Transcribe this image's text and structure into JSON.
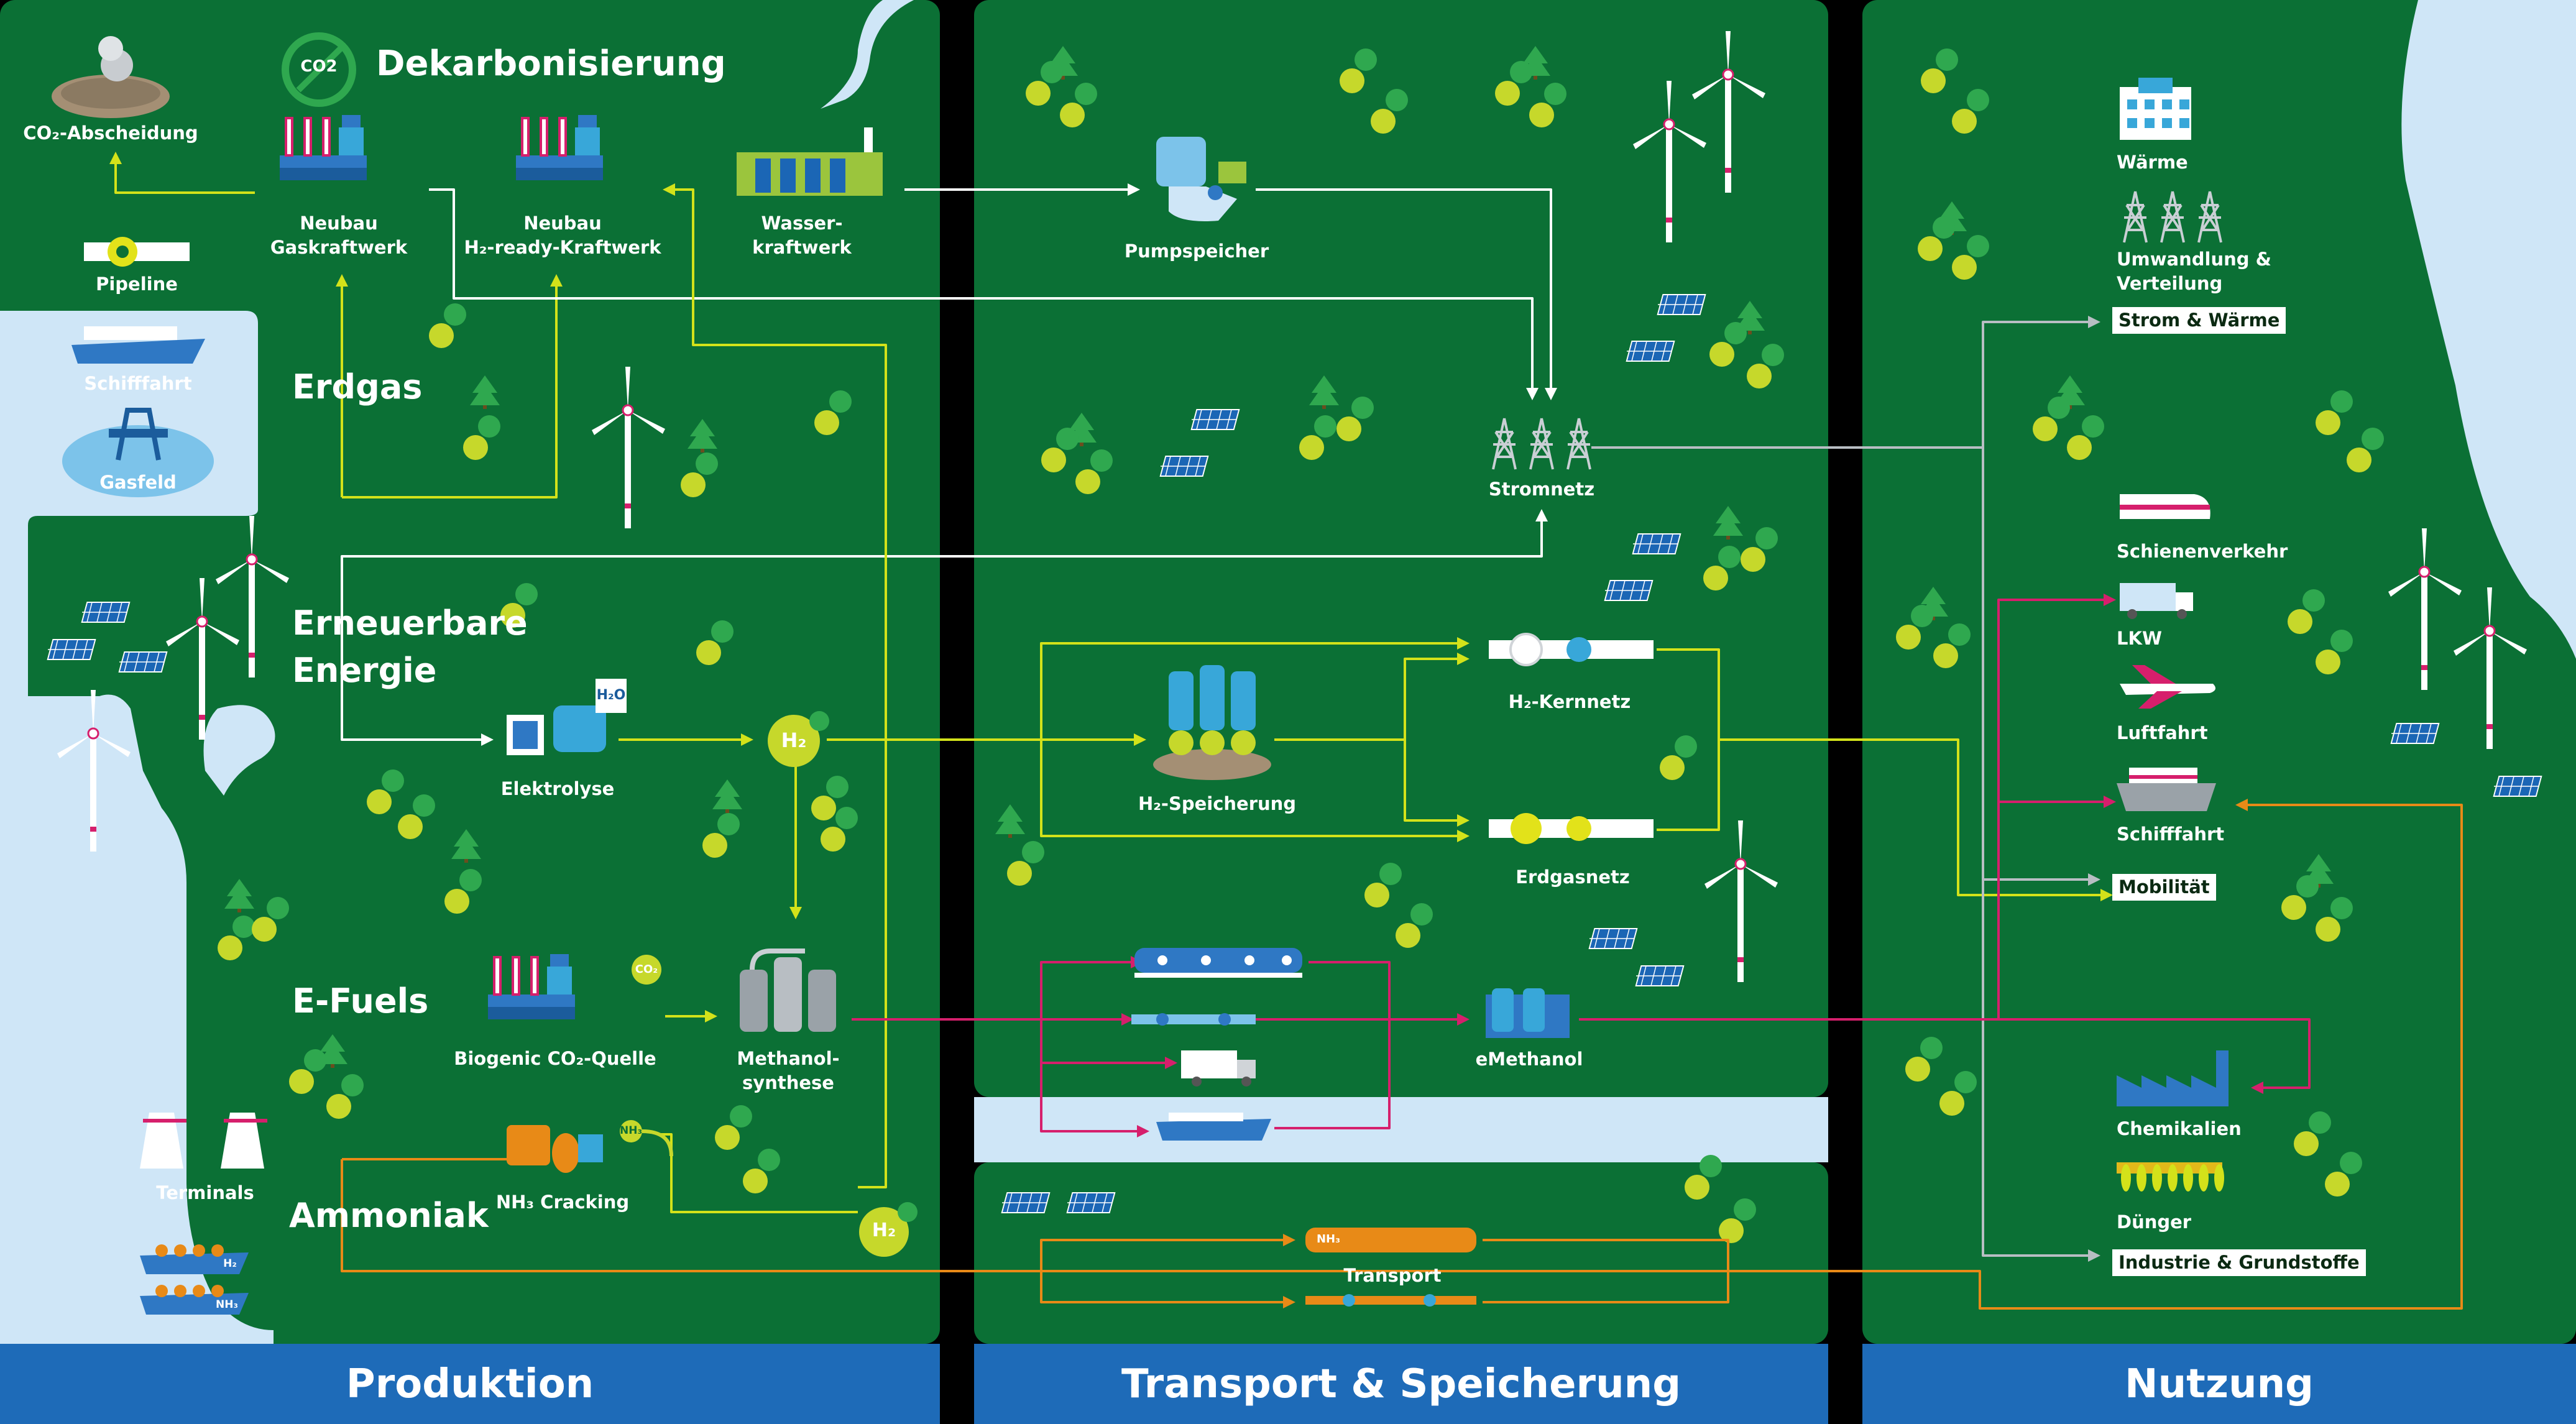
{
  "colors": {
    "background": "#000000",
    "panel_green": "#0b7035",
    "water": "#cfe6f7",
    "footer_blue": "#1e6bb8",
    "line_white": "#ffffff",
    "line_yellow": "#d3e21a",
    "line_magenta": "#d61f6c",
    "line_orange": "#e88a17",
    "line_grey": "#b8bec3"
  },
  "sections": {
    "produktion": "Produktion",
    "transport": "Transport  & Speicherung",
    "nutzung": "Nutzung"
  },
  "header": {
    "co2_icon_text": "CO2",
    "title": "Dekarbonisierung"
  },
  "produktion": {
    "co2_abscheidung": "CO₂-Abscheidung",
    "pipeline": "Pipeline",
    "schifffahrt": "Schifffahrt",
    "gasfeld": "Gasfeld",
    "neubau_gaskraftwerk": "Neubau\nGaskraftwerk",
    "neubau_h2_ready": "Neubau\nH₂-ready-Kraftwerk",
    "wasserkraftwerk": "Wasser-\nkraftwerk",
    "erdgas": "Erdgas",
    "erneuerbare": "Erneuerbare\nEnergie",
    "elektrolyse": "Elektrolyse",
    "h2o": "H₂O",
    "h2": "H₂",
    "e_fuels": "E-Fuels",
    "biogenic": "Biogenic CO₂-Quelle",
    "co2_small": "CO₂",
    "methanolsynthese": "Methanol-\nsynthese",
    "ammoniak": "Ammoniak",
    "nh3_cracking": "NH₃ Cracking",
    "nh3_small": "NH₃",
    "h2_small": "H₂",
    "terminals": "Terminals",
    "ship_h2": "H₂",
    "ship_nh3": "NH₃"
  },
  "transport": {
    "pumpspeicher": "Pumpspeicher",
    "stromnetz": "Stromnetz",
    "h2_kernnetz": "H₂-Kernnetz",
    "h2_speicherung": "H₂-Speicherung",
    "erdgasnetz": "Erdgasnetz",
    "emethanol": "eMethanol",
    "transport": "Transport",
    "nh3_tank": "NH₃"
  },
  "nutzung": {
    "waerme": "Wärme",
    "umwandlung": "Umwandlung &\nVerteilung",
    "strom_waerme": "Strom & Wärme",
    "schienenverkehr": "Schienenverkehr",
    "lkw": "LKW",
    "luftfahrt": "Luftfahrt",
    "schifffahrt": "Schifffahrt",
    "mobilitaet": "Mobilität",
    "chemikalien": "Chemikalien",
    "duenger": "Dünger",
    "industrie": "Industrie & Grundstoffe"
  }
}
